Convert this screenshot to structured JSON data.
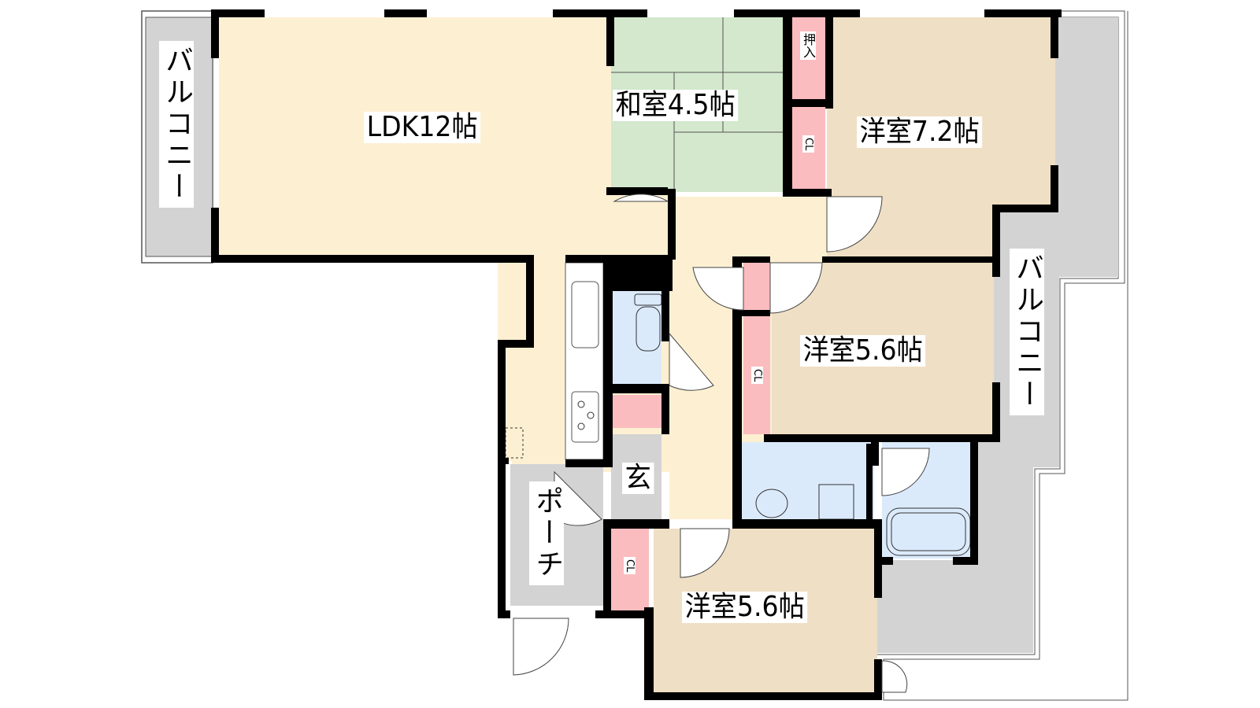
{
  "colors": {
    "ldk": "#fdf0d2",
    "washitsu": "#d3e8cd",
    "yoshitsu": "#efdfc4",
    "closet": "#fbbcbf",
    "wet": "#dbeafb",
    "balcony": "#d3d3d3",
    "wall": "#000000"
  },
  "rooms": {
    "ldk": {
      "label": "LDK12帖"
    },
    "washitsu": {
      "label": "和室4.5帖"
    },
    "yoshitsu_72": {
      "label": "洋室7.2帖"
    },
    "yoshitsu_56a": {
      "label": "洋室5.6帖"
    },
    "yoshitsu_56b": {
      "label": "洋室5.6帖"
    },
    "genkan": {
      "label": "玄"
    },
    "porch": {
      "label": "ポーチ"
    },
    "balcony_west": {
      "label": "バルコニー"
    },
    "balcony_east": {
      "label": "バルコニー"
    }
  },
  "storage": {
    "oshiire": {
      "label": "押入"
    },
    "cl_72": {
      "label": "CL"
    },
    "cl_56a": {
      "label": "CL"
    },
    "cl_56b": {
      "label": "CL"
    }
  }
}
